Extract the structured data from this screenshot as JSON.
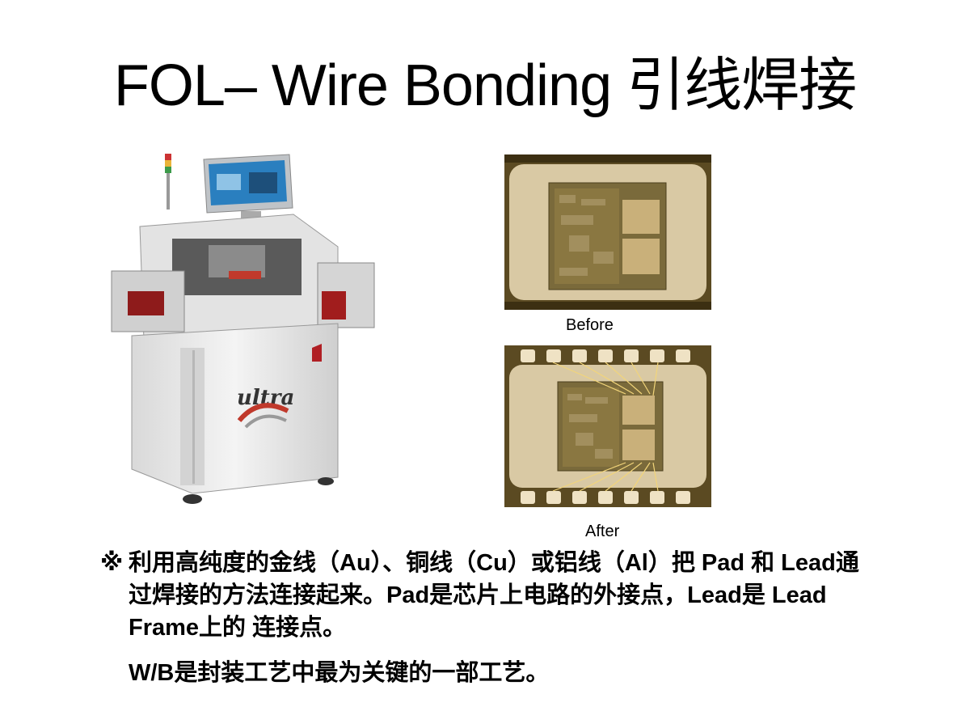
{
  "slide": {
    "title": "FOL– Wire Bonding 引线焊接",
    "machine_brand": "ultra",
    "before_label": "Before",
    "after_label": "After",
    "bullet_mark": "※",
    "paragraph1": "利用高纯度的金线（Au）、铜线（Cu）或铝线（Al）把 Pad 和 Lead通过焊接的方法连接起来。Pad是芯片上电路的外接点，Lead是 Lead Frame上的 连接点。",
    "paragraph2": "W/B是封装工艺中最为关键的一部工艺。"
  }
}
